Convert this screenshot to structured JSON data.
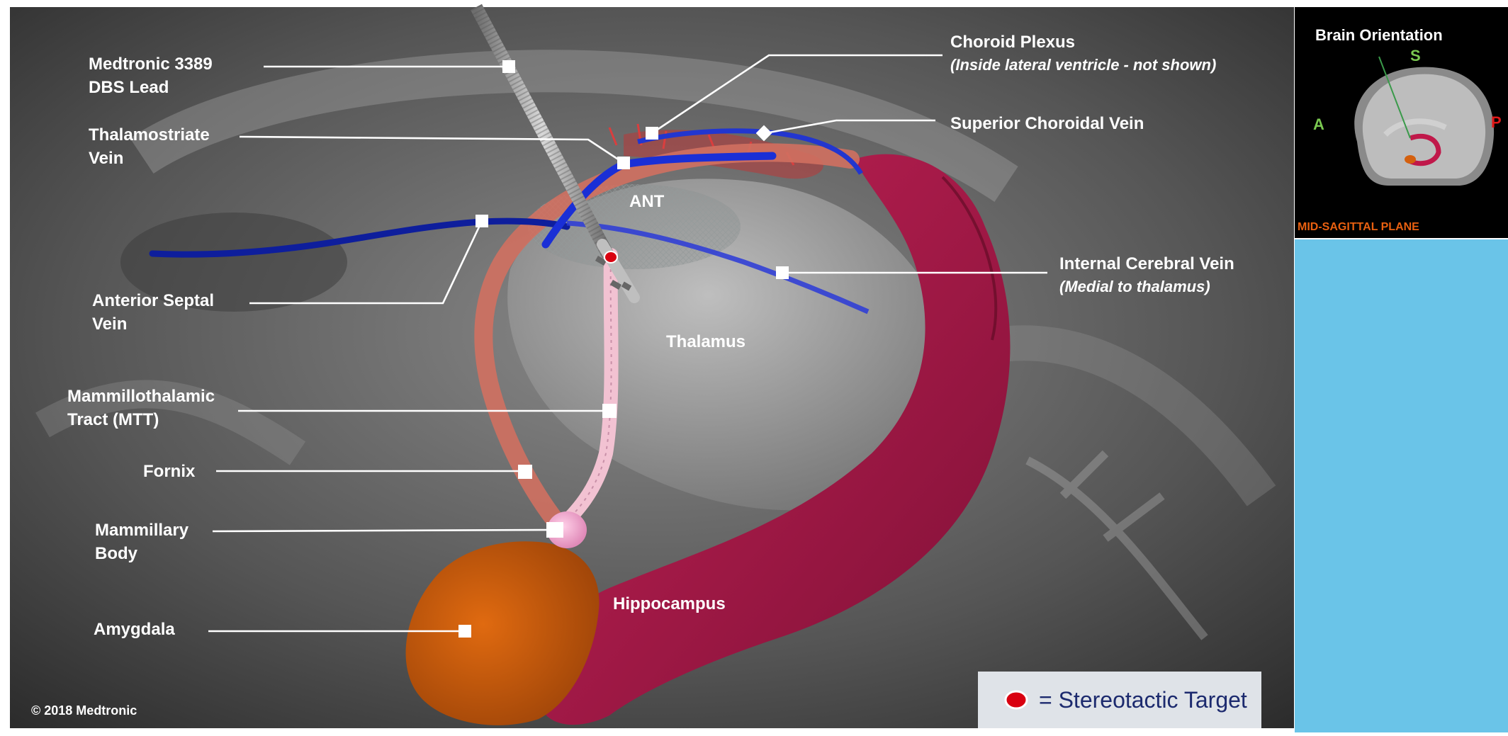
{
  "labels": {
    "lead_line1": "Medtronic 3389",
    "lead_line2": "DBS Lead",
    "thal_vein_line1": "Thalamostriate",
    "thal_vein_line2": "Vein",
    "ant_septal_line1": "Anterior Septal",
    "ant_septal_line2": "Vein",
    "mtt_line1": "Mammillothalamic",
    "mtt_line2": "Tract (MTT)",
    "fornix": "Fornix",
    "mammillary_line1": "Mammillary",
    "mammillary_line2": "Body",
    "amygdala": "Amygdala",
    "choroid_plexus": "Choroid Plexus",
    "choroid_plexus_note": "(Inside lateral ventricle - not shown)",
    "superior_choroidal": "Superior Choroidal Vein",
    "internal_cerebral": "Internal Cerebral Vein",
    "internal_cerebral_note": "(Medial to thalamus)",
    "ant": "ANT",
    "thalamus": "Thalamus",
    "hippocampus": "Hippocampus"
  },
  "copyright": "© 2018 Medtronic",
  "legend": {
    "text": "= Stereotactic Target",
    "marker_color": "#d90010"
  },
  "orientation": {
    "title": "Brain Orientation",
    "s": "S",
    "a": "A",
    "p": "P",
    "plane": "MID-SAGITTAL PLANE"
  },
  "colors": {
    "vein": "#1a2fd6",
    "hippocampus": "#a8184a",
    "amygdala": "#d4600e",
    "fornix": "#d07060",
    "mtt": "#f2c2d2",
    "mammillary": "#f0a0c8",
    "side_panel": "#6ac4e8",
    "plane_label": "#e86010"
  }
}
